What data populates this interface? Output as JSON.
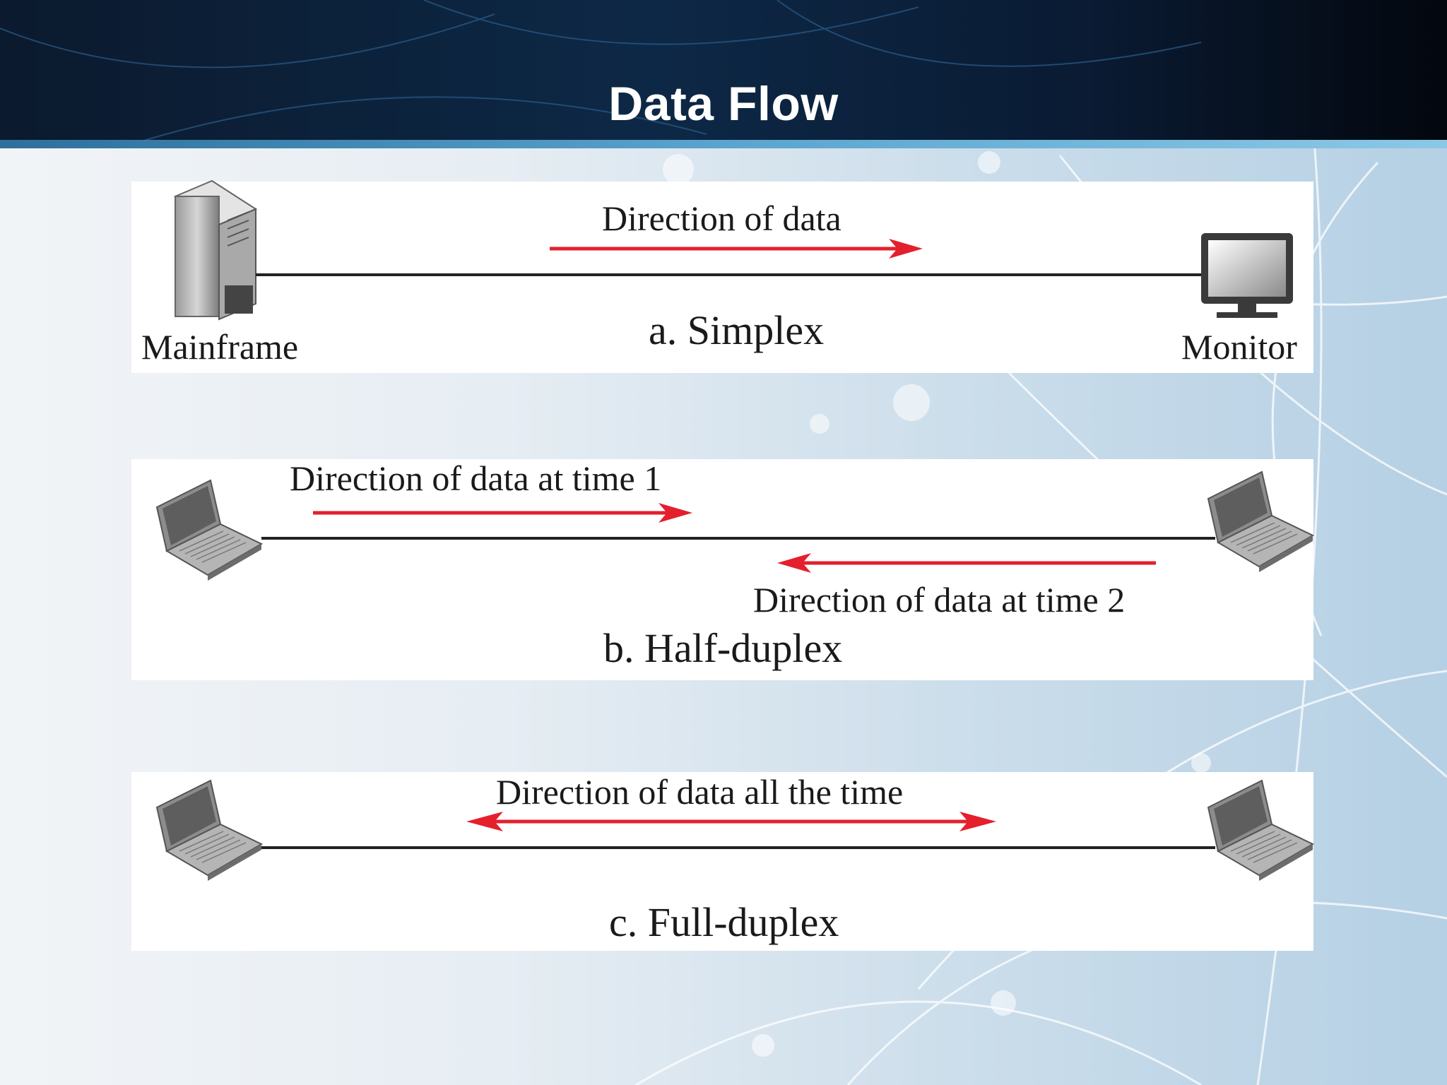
{
  "slide": {
    "title": "Data Flow"
  },
  "simplex": {
    "caption": "a. Simplex",
    "direction_label": "Direction of data",
    "left_device": "Mainframe",
    "right_device": "Monitor"
  },
  "half_duplex": {
    "caption": "b. Half-duplex",
    "direction_label_1": "Direction of data at time 1",
    "direction_label_2": "Direction of data at time 2"
  },
  "full_duplex": {
    "caption": "c. Full-duplex",
    "direction_label": "Direction of data all the time"
  },
  "colors": {
    "arrow": "#e3202c",
    "line": "#222222",
    "header_band": "#0a1626"
  },
  "icons": {
    "mainframe": "server-tower-icon",
    "monitor": "monitor-icon",
    "laptop": "laptop-icon"
  }
}
